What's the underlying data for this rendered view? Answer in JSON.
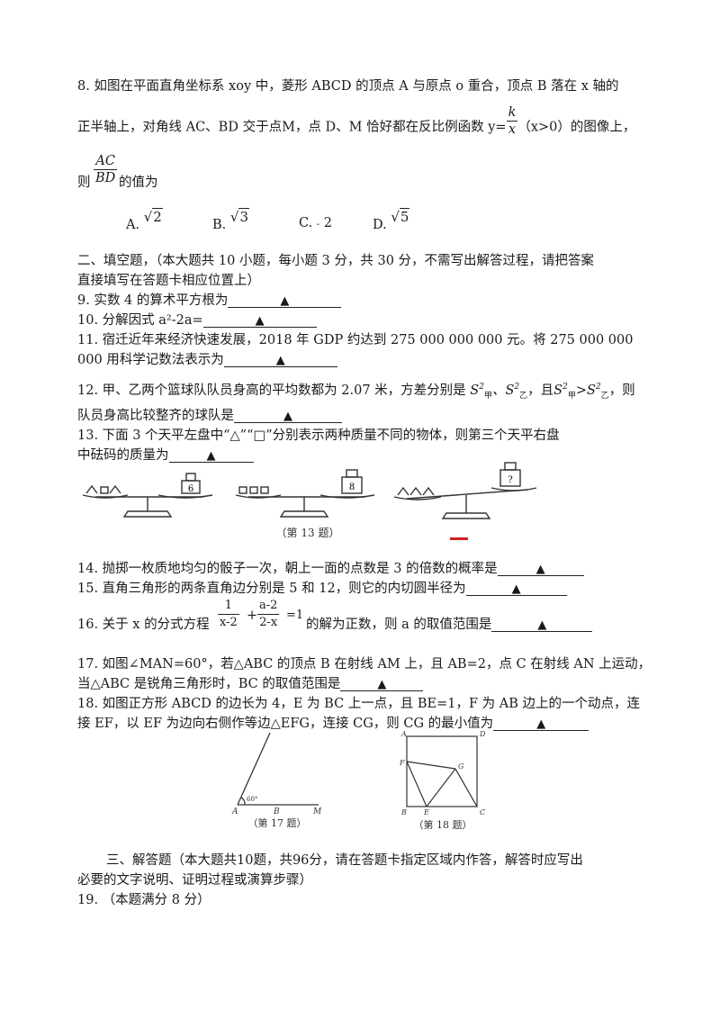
{
  "q8": {
    "line1": "8. 如图在平面直角坐标系 xoy 中，菱形 ABCD 的顶点 A 与原点 o 重合，顶点 B 落在 x 轴的",
    "line2_a": "正半轴上，对角线 AC、BD 交于点M，点 D、M 恰好都在反比例函数 y=",
    "frac_k_num": "k",
    "frac_k_den": "x",
    "line2_b": "（x>0）的图像上，",
    "frac_num": "AC",
    "frac_den": "BD",
    "line3_a": "则",
    "line3_b": "的值为",
    "options": [
      {
        "label": "A.",
        "value": "2",
        "radical": true
      },
      {
        "label": "B.",
        "value": "3",
        "radical": true
      },
      {
        "label": "C.",
        "value": "2",
        "radical": false
      },
      {
        "label": "D.",
        "value": "5",
        "radical": true
      }
    ]
  },
  "section2": {
    "line1": "二、填空题，（本大题共 10 小题，每小题 3 分，共 30 分，不需写出解答过程，请把答案",
    "line2": "直接填写在答题卡相应位置上）"
  },
  "marker": "▲",
  "q9": "9.  实数 4 的算术平方根为",
  "q10": "10.  分解因式 a²-2a=",
  "q11": {
    "line1": "11.  宿迁近年来经济快速发展，2018 年 GDP 约达到 275  000  000  000 元。将 275  000  000",
    "line2": "000 用科学记数法表示为"
  },
  "q12": {
    "line1_a": "12.  甲、乙两个篮球队队员身高的平均数都为 2.07 米，方差分别是",
    "line1_b": "，则",
    "line2": "队员身高比较整齐的球队是"
  },
  "q13": {
    "line1": "13. 下面 3 个天平左盘中“△”“□”分别表示两种质量不同的物体，则第三个天平右盘",
    "line2": "中砝码的质量为",
    "scale_weights": [
      "6",
      "8",
      "?"
    ],
    "caption": "（第 13 题）"
  },
  "q14": "14.  抛掷一枚质地均匀的骰子一次，朝上一面的点数是 3 的倍数的概率是",
  "q15": "15.  直角三角形的两条直角边分别是 5 和 12，则它的内切圆半径为",
  "q16": {
    "prefix": "16.  关于 x 的分式方程",
    "f1_num": "1",
    "f1_den": "x-2",
    "plus": "+",
    "f2_num": "a-2",
    "f2_den": "2-x",
    "eq": "=1",
    "suffix": "的解为正数，则 a 的取值范围是"
  },
  "q17": {
    "line1": "17.  如图∠MAN=60°，若△ABC 的顶点 B 在射线 AM 上，且 AB=2，点 C 在射线 AN 上运动，",
    "line2": "当△ABC 是锐角三角形时，BC 的取值范围是",
    "fig_labels": [
      "A",
      "B",
      "M",
      "60°"
    ],
    "caption": "（第 17 题）"
  },
  "q18": {
    "line1": "18.  如图正方形 ABCD 的边长为 4，E 为 BC 上一点，且 BE=1，F 为 AB 边上的一个动点，连",
    "line2": "接 EF，以 EF 为边向右侧作等边△EFG，连接 CG，则 CG 的最小值为",
    "fig_labels": [
      "A",
      "D",
      "F",
      "G",
      "B",
      "E",
      "C"
    ],
    "caption": "（第 18 题）"
  },
  "section3": {
    "line1": "三、解答题（本大题共10题，共96分，请在答题卡指定区域内作答，解答时应写出",
    "line2": "必要的文字说明、证明过程或演算步骤）"
  },
  "q19": "19.  （本题满分 8 分）"
}
